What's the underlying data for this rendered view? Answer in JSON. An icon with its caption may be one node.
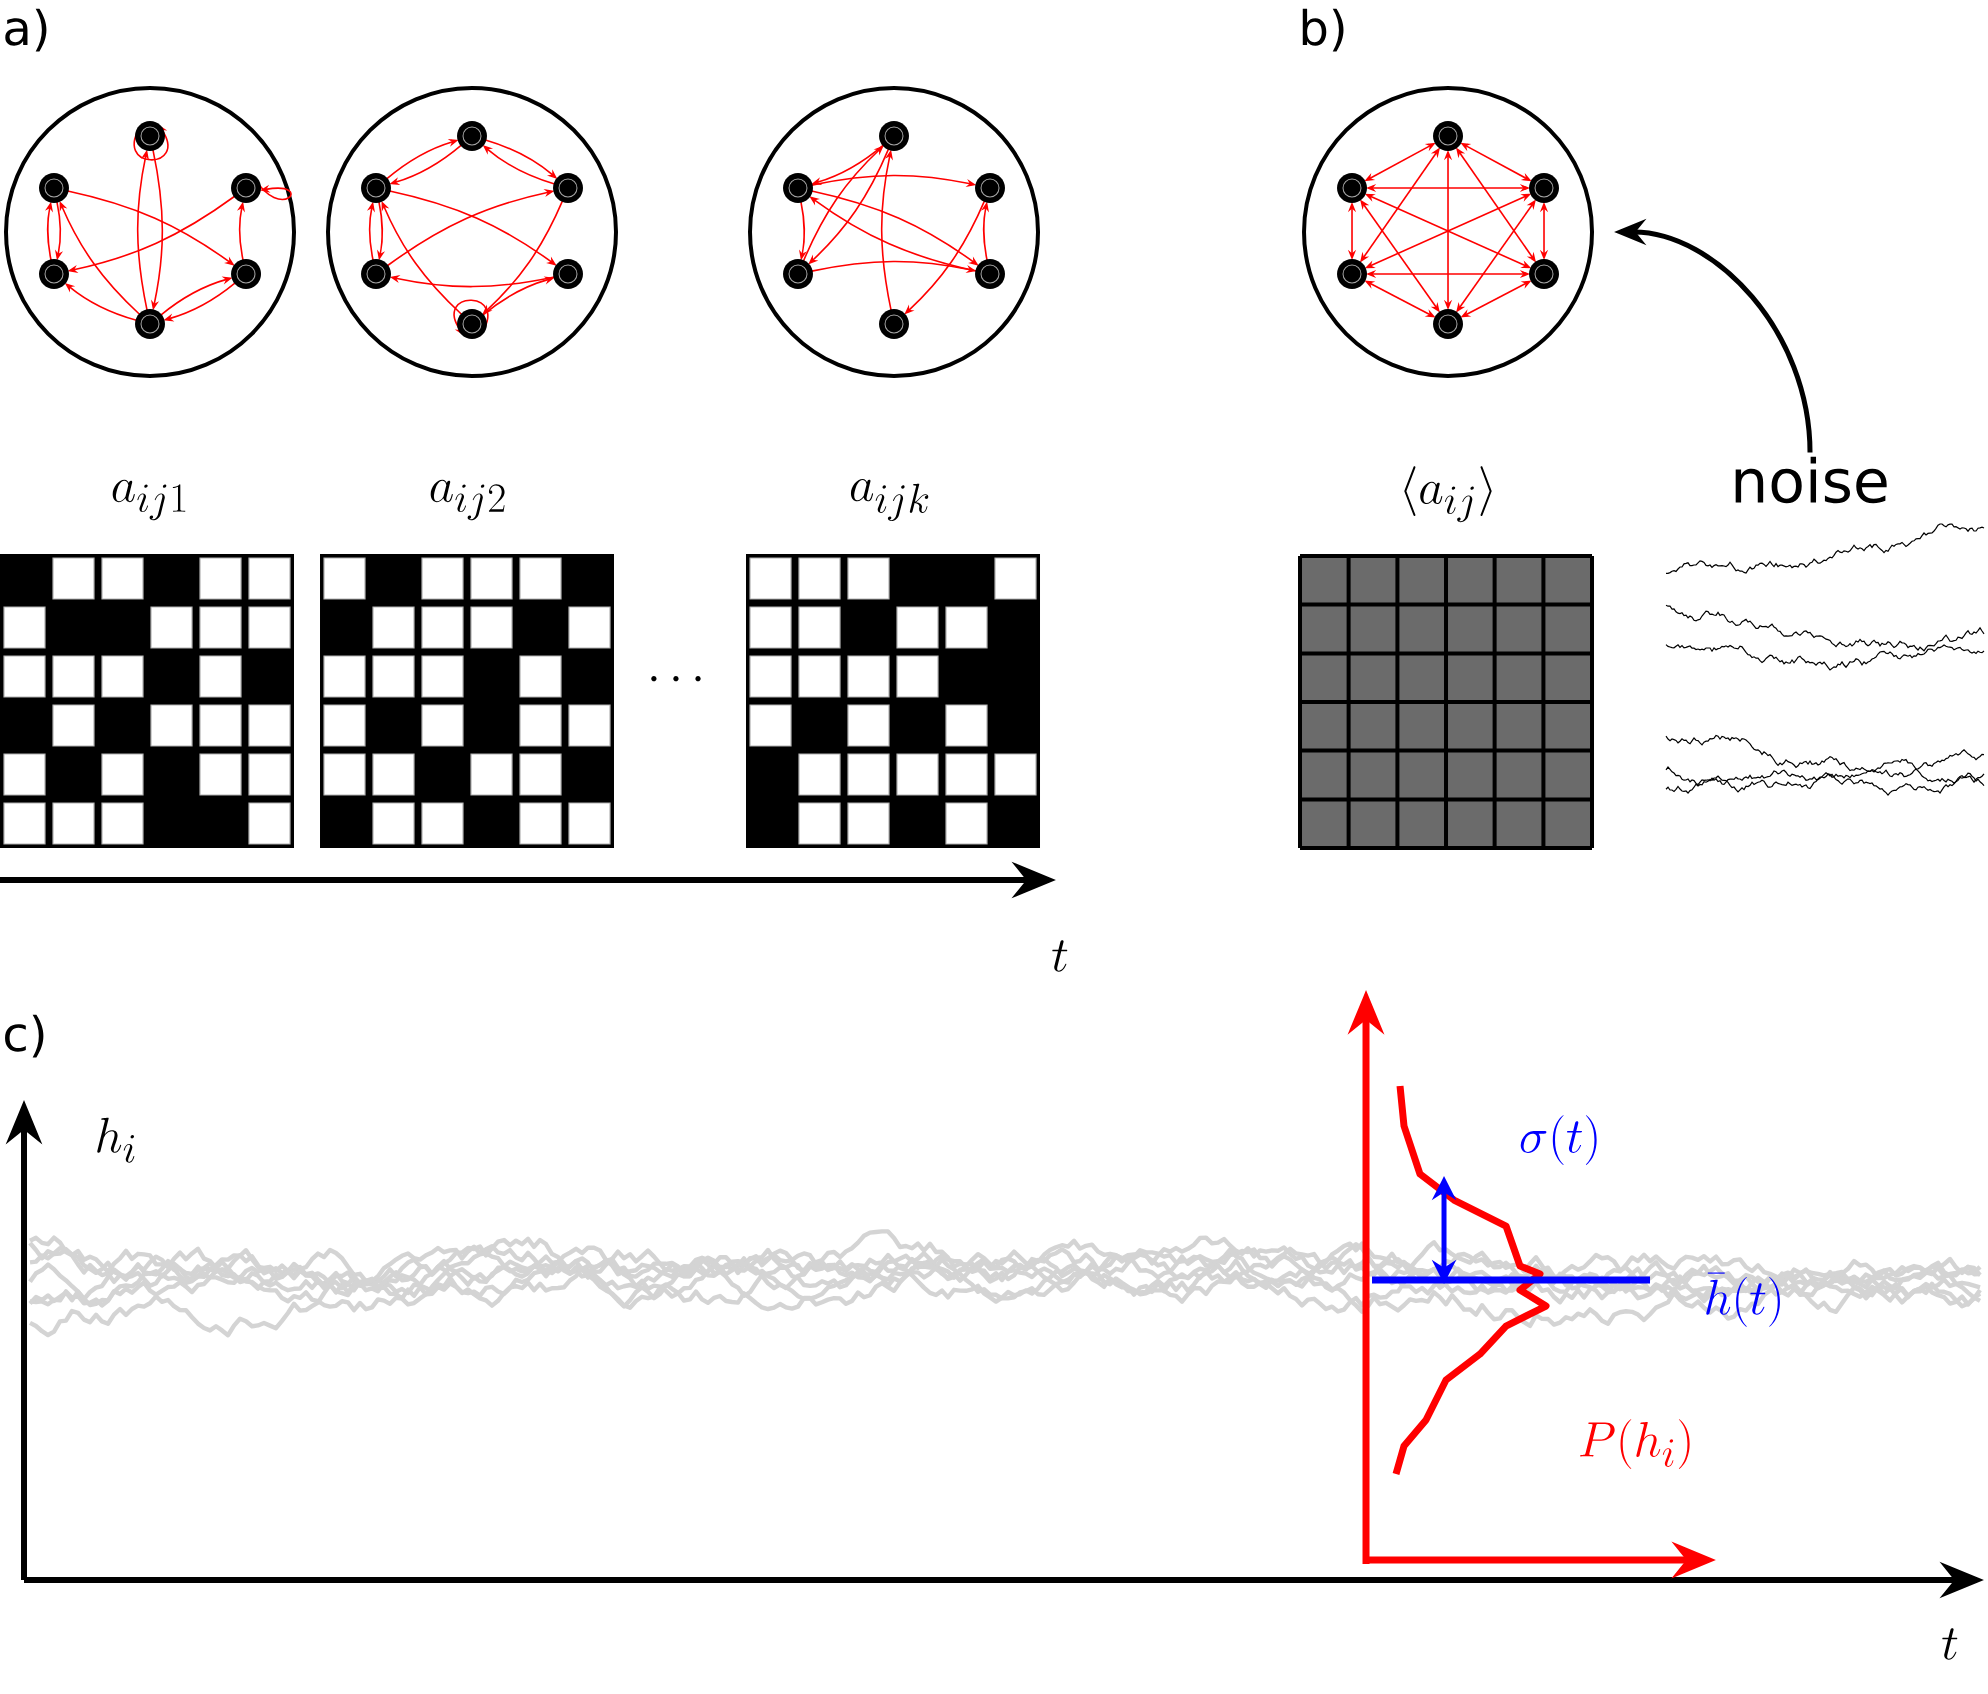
{
  "diagram": {
    "nodes": [
      {
        "text": [],
        "shape": "circle"
      },
      {
        "text": [
          "noise"
        ]
      }
    ],
    "edges": [
      {
        "from": 1,
        "to": 0,
        "arrow": "to"
      }
    ],
    "labels": [
      "a)",
      "b)",
      "a_{ij1}",
      "a_{ij2}",
      "a_{ijk}",
      "\\langle a_{ij} \\rangle",
      "\\cdots",
      "t",
      "c)",
      "h_i",
      "\\sigma(t)",
      "\\bar{h}(t)",
      "P(h_i)",
      "t"
    ]
  }
}
